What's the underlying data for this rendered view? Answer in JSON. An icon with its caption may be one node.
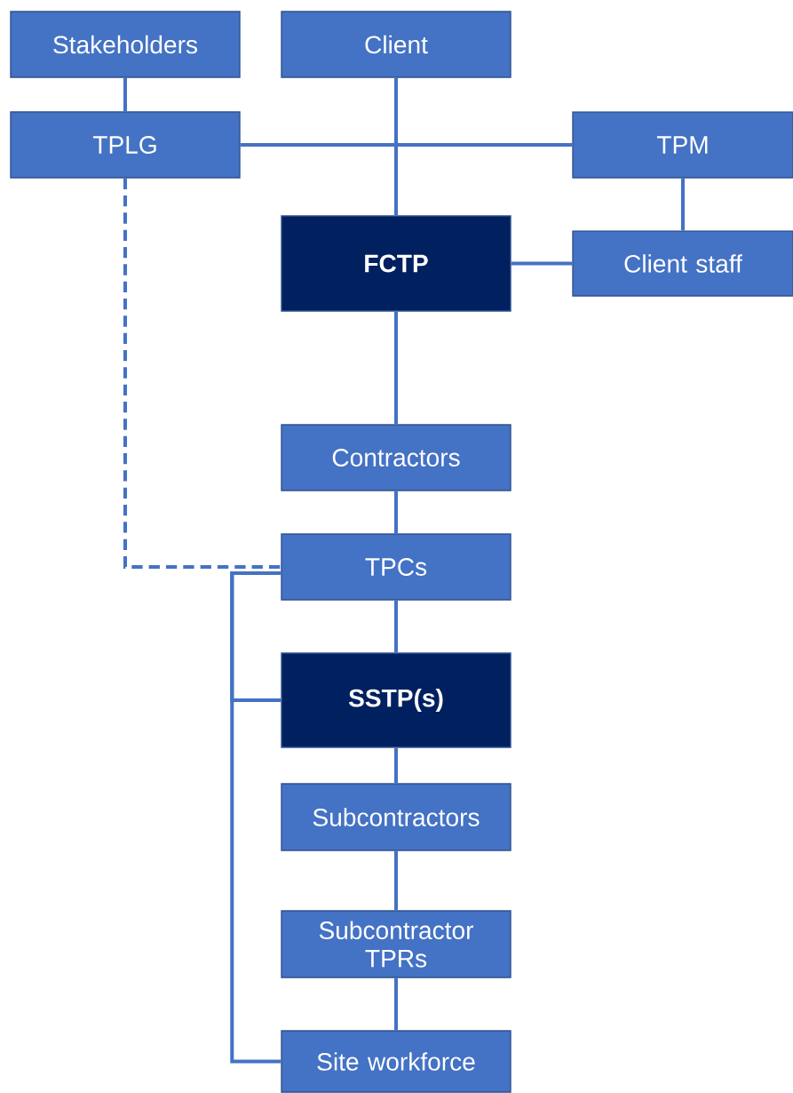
{
  "diagram": {
    "nodes": [
      {
        "text": [
          "Stakeholders"
        ]
      },
      {
        "text": [
          "Client"
        ]
      },
      {
        "text": [
          "TPLG"
        ]
      },
      {
        "text": [
          "TPM"
        ]
      },
      {
        "text": [
          "FCTP"
        ]
      },
      {
        "text": [
          "Client staff"
        ]
      },
      {
        "text": [
          "Contractors"
        ]
      },
      {
        "text": [
          "TPCs"
        ]
      },
      {
        "text": [
          "SSTP(s)"
        ]
      },
      {
        "text": [
          "Subcontractors"
        ]
      },
      {
        "text": [
          "Subcontractor TPRs"
        ]
      },
      {
        "text": [
          "Site workforce"
        ]
      }
    ],
    "edges": [
      {
        "from": 0,
        "to": 2,
        "arrow": "none"
      },
      {
        "from": 1,
        "to": 4,
        "arrow": "none"
      },
      {
        "from": 2,
        "to": 3,
        "arrow": "none"
      },
      {
        "from": 3,
        "to": 5,
        "arrow": "none"
      },
      {
        "from": 4,
        "to": 5,
        "arrow": "none"
      },
      {
        "from": 4,
        "to": 6,
        "arrow": "none"
      },
      {
        "from": 6,
        "to": 7,
        "arrow": "none"
      },
      {
        "from": 2,
        "to": 7,
        "arrow": "none",
        "style": "dashed"
      },
      {
        "from": 7,
        "to": 8,
        "arrow": "none"
      },
      {
        "from": 8,
        "to": 9,
        "arrow": "none"
      },
      {
        "from": 9,
        "to": 10,
        "arrow": "none"
      },
      {
        "from": 10,
        "to": 11,
        "arrow": "none"
      },
      {
        "from": 7,
        "to": 8,
        "arrow": "none"
      },
      {
        "from": 7,
        "to": 11,
        "arrow": "none"
      }
    ]
  }
}
